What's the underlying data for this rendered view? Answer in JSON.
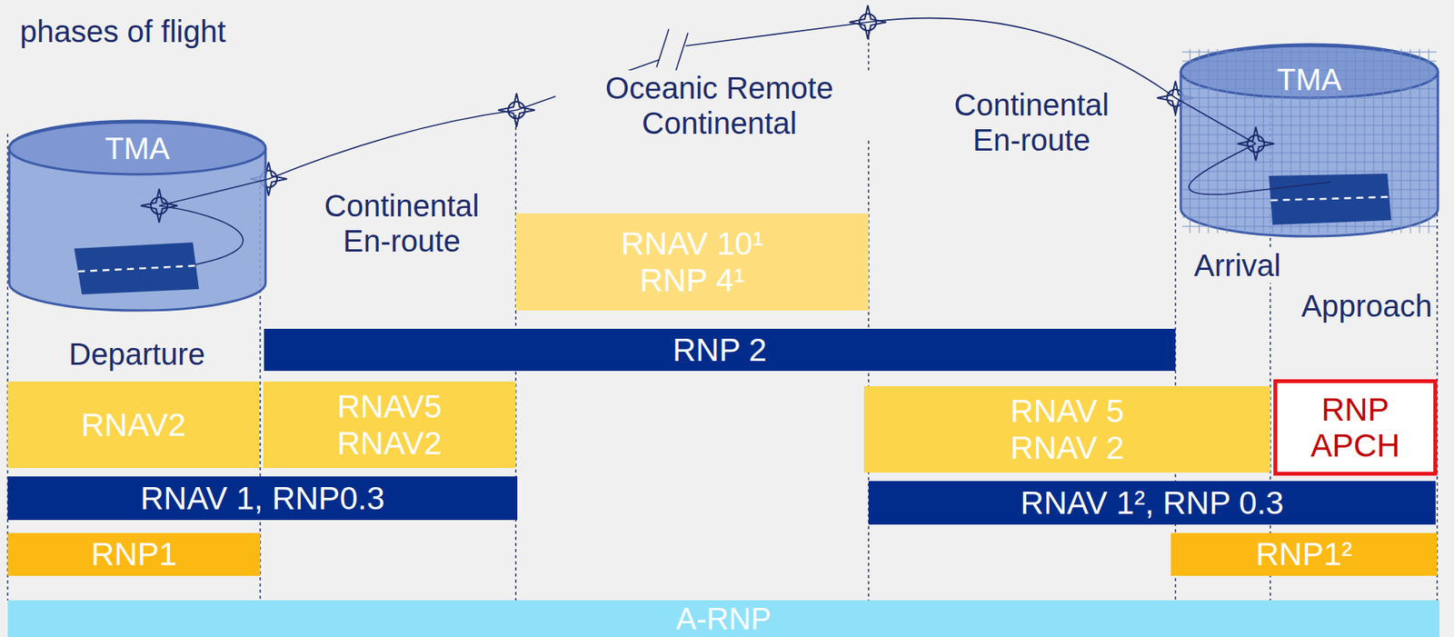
{
  "diagram": {
    "nodes": [
      {
        "text": [
          "TMA"
        ]
      },
      {
        "text": [
          "TMA"
        ]
      },
      {
        "text": [
          "RNAV 10¹",
          "RNP 4¹"
        ]
      },
      {
        "text": [
          "RNP 2"
        ]
      },
      {
        "text": [
          "RNAV2"
        ]
      },
      {
        "text": [
          "RNAV5",
          "RNAV2"
        ]
      },
      {
        "text": [
          "RNAV 5",
          "RNAV 2"
        ]
      },
      {
        "text": [
          "RNP APCH"
        ]
      },
      {
        "text": [
          "RNAV 1, RNP0.3"
        ]
      },
      {
        "text": [
          "RNAV 1², RNP 0.3"
        ]
      },
      {
        "text": [
          "RNP1"
        ]
      },
      {
        "text": [
          "RNP1²"
        ]
      },
      {
        "text": [
          "A-RNP"
        ]
      }
    ],
    "labels": [
      "phases of flight",
      "Oceanic Remote Continental",
      "Continental En-route",
      "Continental En-route",
      "Departure",
      "Arrival",
      "Approach"
    ]
  }
}
